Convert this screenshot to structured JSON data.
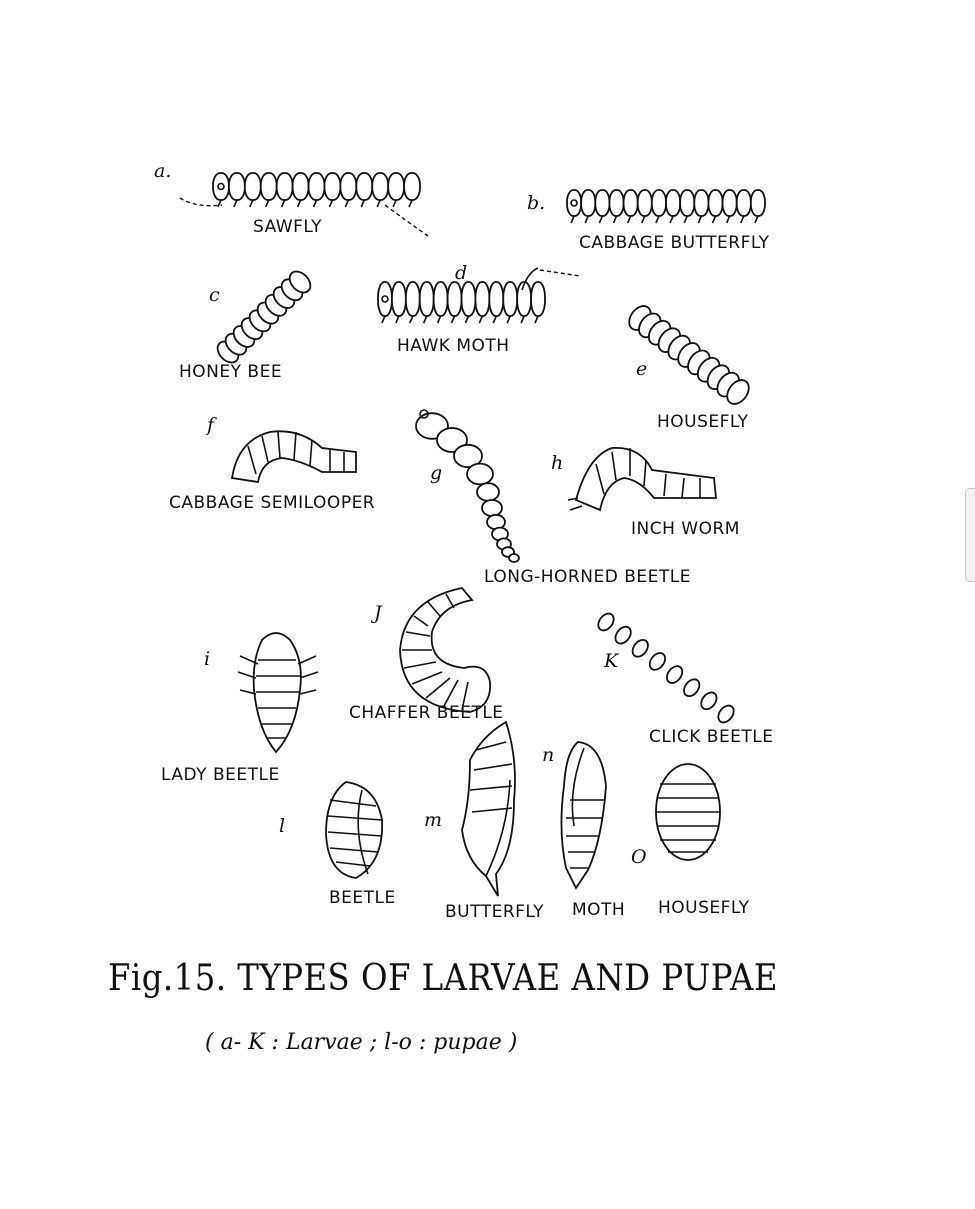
{
  "specimens": {
    "a": {
      "letter": "a.",
      "name": "SAWFLY"
    },
    "b": {
      "letter": "b.",
      "name": "CABBAGE BUTTERFLY"
    },
    "c": {
      "letter": "c",
      "name": "HONEY BEE"
    },
    "d": {
      "letter": "d",
      "name": "HAWK MOTH"
    },
    "e": {
      "letter": "e",
      "name": "HOUSEFLY"
    },
    "f": {
      "letter": "f",
      "name": "CABBAGE SEMILOOPER"
    },
    "g": {
      "letter": "g",
      "name": "LONG-HORNED BEETLE"
    },
    "h": {
      "letter": "h",
      "name": "INCH WORM"
    },
    "i": {
      "letter": "i",
      "name": "LADY BEETLE"
    },
    "j": {
      "letter": "J",
      "name": "CHAFFER BEETLE"
    },
    "k": {
      "letter": "K",
      "name": "CLICK BEETLE"
    },
    "l": {
      "letter": "l",
      "name": "BEETLE"
    },
    "m": {
      "letter": "m",
      "name": "BUTTERFLY"
    },
    "n": {
      "letter": "n",
      "name": "MOTH"
    },
    "o": {
      "letter": "O",
      "name": "HOUSEFLY"
    }
  },
  "caption": {
    "title": "Fig.15. TYPES OF LARVAE AND PUPAE",
    "subtitle": "( a- K : Larvae ;  l-o : pupae )"
  }
}
